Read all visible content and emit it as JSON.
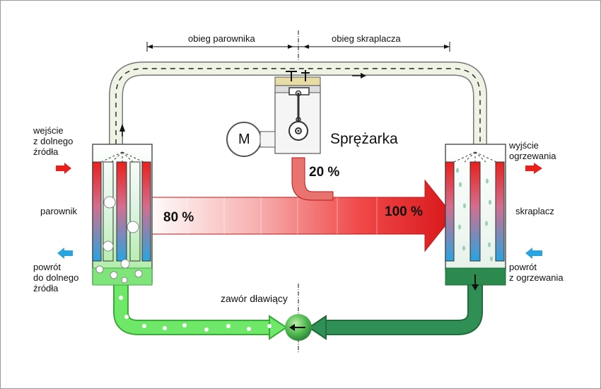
{
  "labels": {
    "evaporator_cycle": "obieg parownika",
    "condenser_cycle": "obieg skraplacza",
    "motor": "M",
    "compressor": "Sprężarka",
    "source_in": [
      "wejście",
      "z dolnego",
      "źródła"
    ],
    "source_return": [
      "powrót",
      "do dolnego",
      "źródła"
    ],
    "evaporator": "parownik",
    "heating_out": [
      "wyjście",
      "ogrzewania"
    ],
    "condenser": "skraplacz",
    "heating_return": [
      "powrót",
      "z ogrzewania"
    ],
    "throttle_valve": "zawór dławiący"
  },
  "energy": {
    "compressor_share": "20 %",
    "source_share": "80 %",
    "total": "100 %"
  },
  "colors": {
    "hot": "#e8211d",
    "cold": "#2aa3df",
    "liquid_light": "#5fe35f",
    "liquid_dark": "#2c8a4f",
    "pipe_vapor": "#eef3e6"
  }
}
